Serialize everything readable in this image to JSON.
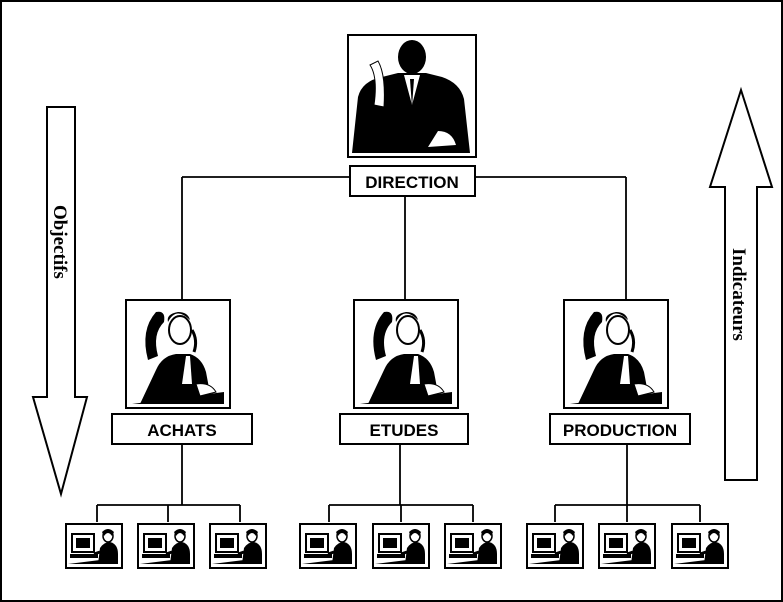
{
  "diagram": {
    "top": {
      "label": "DIRECTION",
      "icon": "executive-figure-icon"
    },
    "departments": [
      {
        "label": "ACHATS",
        "icon": "manager-on-phone-icon",
        "staff_icon": "employee-at-computer-icon",
        "staff_count": 3
      },
      {
        "label": "ETUDES",
        "icon": "manager-on-phone-icon",
        "staff_icon": "employee-at-computer-icon",
        "staff_count": 3
      },
      {
        "label": "PRODUCTION",
        "icon": "manager-on-phone-icon",
        "staff_icon": "employee-at-computer-icon",
        "staff_count": 3
      }
    ],
    "arrows": [
      {
        "label": "Objectifs",
        "direction": "down"
      },
      {
        "label": "Indicateurs",
        "direction": "up"
      }
    ],
    "colors": {
      "ink": "#000000",
      "background": "#ffffff"
    }
  }
}
